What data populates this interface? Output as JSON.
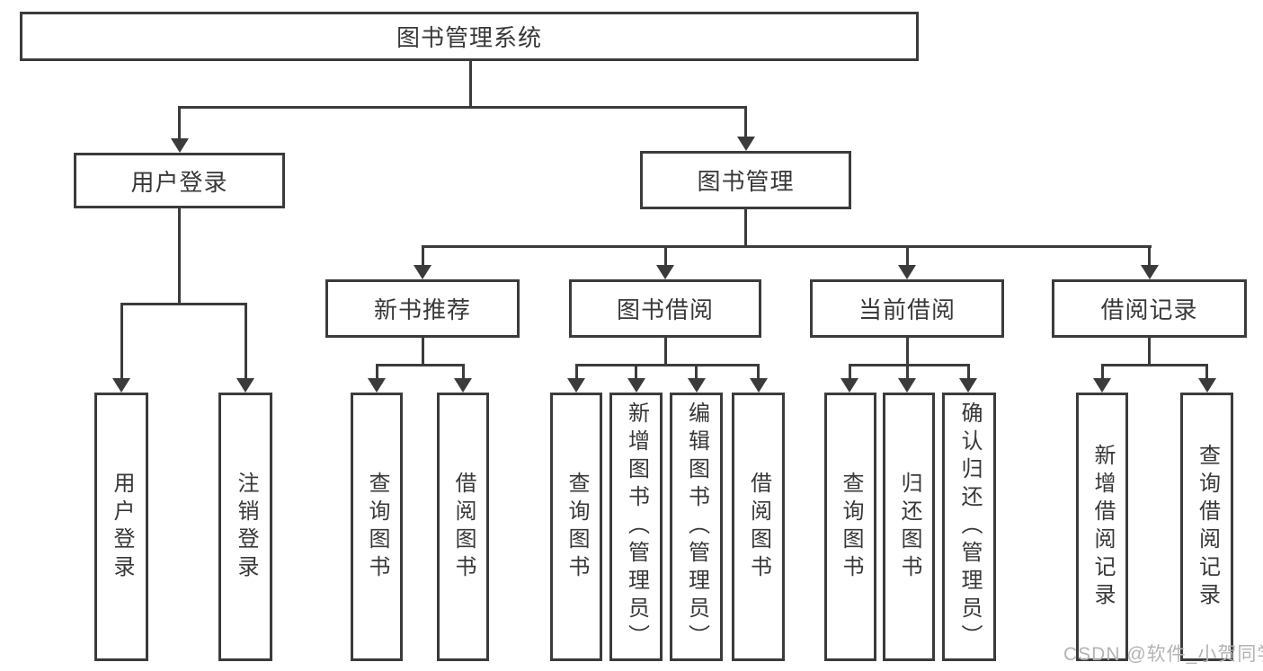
{
  "diagram": {
    "root": {
      "label": "图书管理系统"
    },
    "branches": [
      {
        "label": "用户登录",
        "children": [
          "用户登录",
          "注销登录"
        ]
      },
      {
        "label": "图书管理",
        "children": [
          {
            "label": "新书推荐",
            "children": [
              "查询图书",
              "借阅图书"
            ]
          },
          {
            "label": "图书借阅",
            "children": [
              "查询图书",
              "新增图书（管理员）",
              "编辑图书（管理员）",
              "借阅图书"
            ]
          },
          {
            "label": "当前借阅",
            "children": [
              "查询图书",
              "归还图书",
              "确认归还（管理员）"
            ]
          },
          {
            "label": "借阅记录",
            "children": [
              "新增借阅记录",
              "查询借阅记录"
            ]
          }
        ]
      }
    ]
  },
  "watermark": {
    "text": "CSDN @软件_小贺同学"
  },
  "colors": {
    "line": "#3b3b3b",
    "text": "#383838",
    "box_bg": "#ffffff",
    "watermark": "#b5b3b3",
    "background": "#ffffff"
  }
}
